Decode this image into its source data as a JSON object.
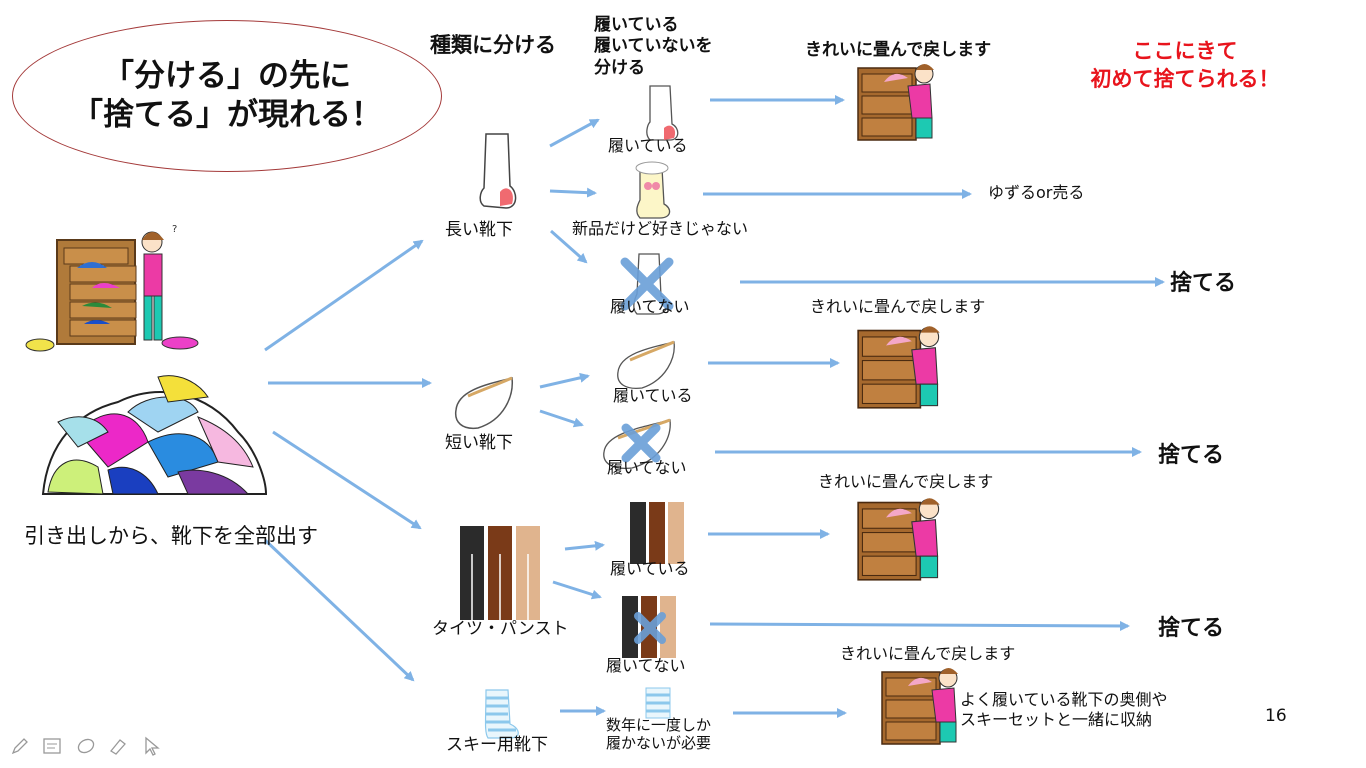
{
  "title": {
    "line1": "「分ける」の先に",
    "line2": "「捨てる」が現れる！"
  },
  "headers": {
    "sort_by_type": "種類に分ける",
    "worn_line1": "履いている",
    "worn_line2": "履いていないを",
    "worn_line3": "分ける",
    "fold_return": "きれいに畳んで戻します"
  },
  "callout": {
    "line1": "ここにきて",
    "line2": "初めて捨てられる！"
  },
  "start_label": "引き出しから、靴下を全部出す",
  "categories": {
    "long": "長い靴下",
    "short": "短い靴下",
    "tights": "タイツ・パンスト",
    "ski": "スキー用靴下"
  },
  "status": {
    "worn": "履いている",
    "not_worn": "履いてない",
    "new_unliked": "新品だけど好きじゃない",
    "rarely_needed_line1": "数年に一度しか",
    "rarely_needed_line2": "履かないが必要"
  },
  "outcomes": {
    "fold_return": "きれいに畳んで戻します",
    "give_or_sell": "ゆずるor売る",
    "discard": "捨てる",
    "store_line1": "よく履いている靴下の奥側や",
    "store_line2": "スキーセットと一緒に収納"
  },
  "page_number": "16",
  "colors": {
    "arrow": "#7fb2e5",
    "ellipse_border": "#a43a3a",
    "callout": "#e8141c",
    "x_mark": "#6a9fd8"
  },
  "toolbar_icons": [
    "pen-icon",
    "text-icon",
    "eraser-icon",
    "highlighter-icon",
    "pointer-icon"
  ]
}
